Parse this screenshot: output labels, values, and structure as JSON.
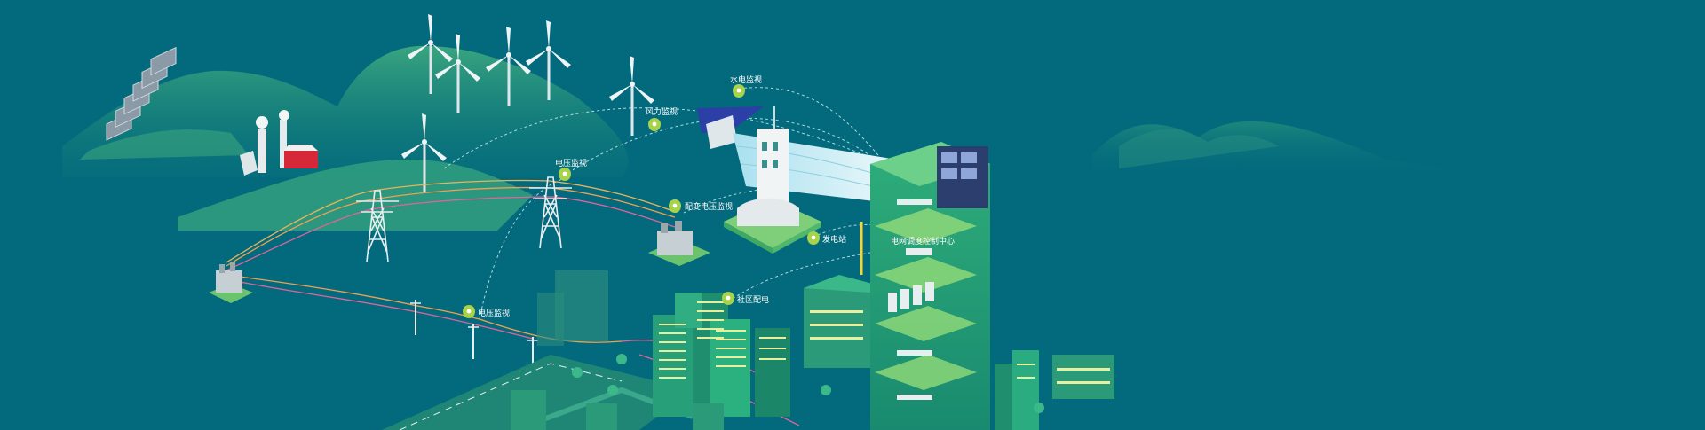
{
  "labels": {
    "hydro_monitor": "水电监视",
    "wind_monitor": "风力监视",
    "voltage_monitor_top": "电压监视",
    "distribution_voltage_monitor": "配变电压监视",
    "power_plant": "发电站",
    "grid_dispatch_center": "电网调度控制中心",
    "community_distribution": "社区配电",
    "voltage_monitor_bottom": "电压监视"
  },
  "colors": {
    "background": "#036a7d",
    "hill": "#2f9c7e",
    "hill_light": "#56b585",
    "marker": "#a7d24a",
    "power_line_orange": "#f0a050",
    "power_line_pink": "#e0649a",
    "building": "#2fa07c",
    "window_glow": "#e8f0a0"
  },
  "icons": [
    "map-pin-icon",
    "wind-turbine-icon",
    "solar-panel-icon",
    "transmission-tower-icon",
    "factory-icon",
    "dam-icon",
    "power-plant-icon",
    "control-tower-icon"
  ]
}
